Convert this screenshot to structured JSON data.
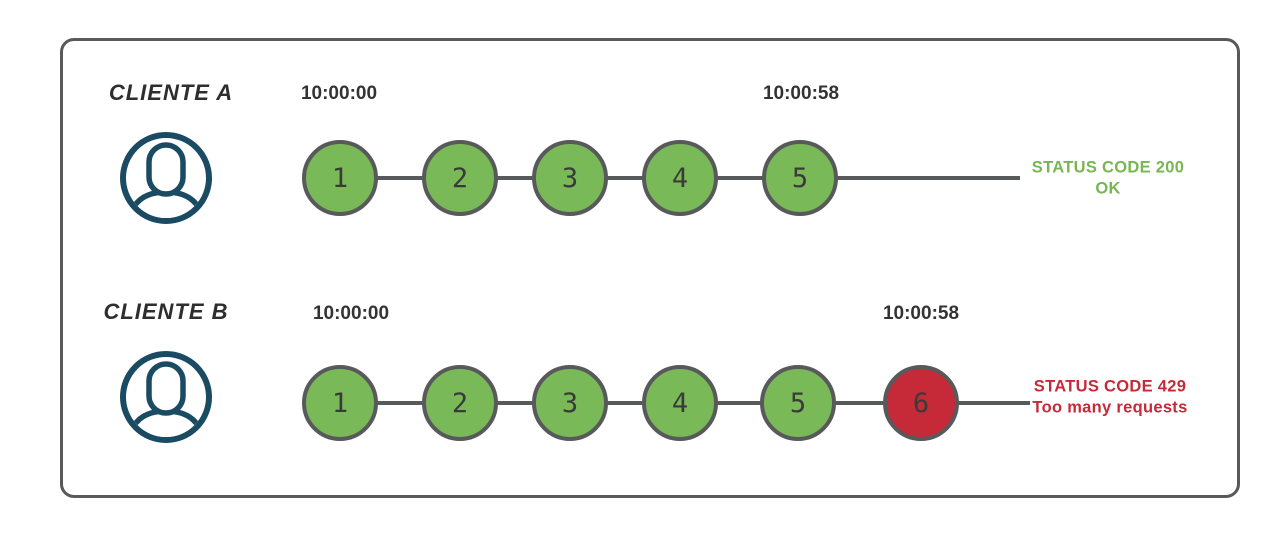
{
  "diagram": {
    "rows": [
      {
        "client_label": "CLIENTE A",
        "start_time": "10:00:00",
        "end_time": "10:00:58",
        "requests": [
          {
            "label": "1",
            "state": "ok"
          },
          {
            "label": "2",
            "state": "ok"
          },
          {
            "label": "3",
            "state": "ok"
          },
          {
            "label": "4",
            "state": "ok"
          },
          {
            "label": "5",
            "state": "ok"
          }
        ],
        "status_line1": "STATUS CODE 200",
        "status_line2": "OK",
        "status_state": "ok"
      },
      {
        "client_label": "CLIENTE B",
        "start_time": "10:00:00",
        "end_time": "10:00:58",
        "requests": [
          {
            "label": "1",
            "state": "ok"
          },
          {
            "label": "2",
            "state": "ok"
          },
          {
            "label": "3",
            "state": "ok"
          },
          {
            "label": "4",
            "state": "ok"
          },
          {
            "label": "5",
            "state": "ok"
          },
          {
            "label": "6",
            "state": "blocked"
          }
        ],
        "status_line1": "STATUS CODE 429",
        "status_line2": "Too many requests",
        "status_state": "blocked"
      }
    ],
    "colors": {
      "ok": "#7ab957",
      "blocked": "#c62a39",
      "ok_text": "#77b653",
      "blocked_text": "#c62a39",
      "line": "#58595b",
      "timestamp": "#333333",
      "avatar": "#1b4a63"
    },
    "icons": {
      "client_avatar": "user-avatar-icon"
    }
  }
}
